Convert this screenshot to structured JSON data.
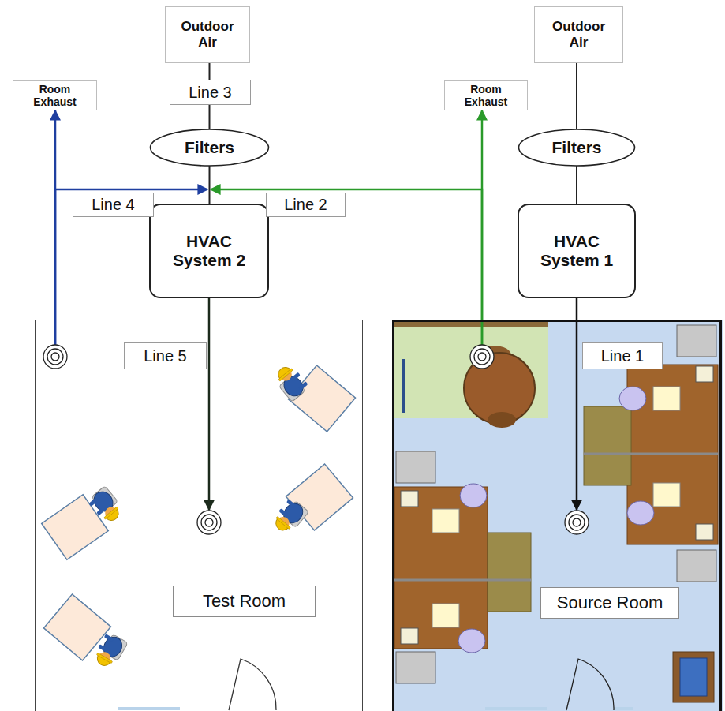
{
  "diagram": {
    "nodes": [
      {
        "text": [
          "Outdoor Air"
        ]
      },
      {
        "text": [
          "Outdoor Air"
        ]
      },
      {
        "text": [
          "Room Exhaust"
        ]
      },
      {
        "text": [
          "Room Exhaust"
        ]
      },
      {
        "text": [
          "Filters"
        ]
      },
      {
        "text": [
          "Filters"
        ]
      },
      {
        "text": [
          "HVAC System 2"
        ]
      },
      {
        "text": [
          "HVAC System 1"
        ]
      },
      {
        "text": [
          "Test Room"
        ]
      },
      {
        "text": [
          "Source Room"
        ]
      }
    ],
    "edges": [
      {
        "from": 0,
        "to": 4,
        "arrow": "none",
        "label": "Line 3"
      },
      {
        "from": 4,
        "to": 6,
        "arrow": "none"
      },
      {
        "from": 6,
        "to": 8,
        "arrow": "to",
        "label": "Line 5"
      },
      {
        "from": 8,
        "to": 2,
        "arrow": "to"
      },
      {
        "from": 8,
        "to": 6,
        "arrow": "to",
        "label": "Line 4"
      },
      {
        "from": 1,
        "to": 5,
        "arrow": "none"
      },
      {
        "from": 5,
        "to": 7,
        "arrow": "none"
      },
      {
        "from": 7,
        "to": 9,
        "arrow": "to",
        "label": "Line 1"
      },
      {
        "from": 9,
        "to": 3,
        "arrow": "to"
      },
      {
        "from": 9,
        "to": 6,
        "arrow": "to",
        "label": "Line 2"
      }
    ]
  }
}
